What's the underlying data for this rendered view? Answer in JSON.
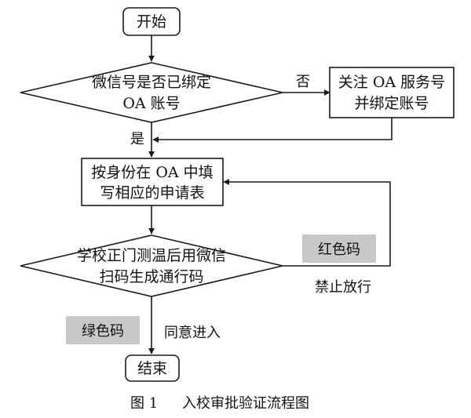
{
  "nodes": {
    "start": "开始",
    "decision_oa": [
      "微信号是否已绑定",
      "OA 账号"
    ],
    "bind_account": [
      "关注 OA 服务号",
      "并绑定账号"
    ],
    "fill_form": [
      "按身份在 OA 中填",
      "写相应的申请表"
    ],
    "decision_gate": [
      "学校正门测温后用微信",
      "扫码生成通行码"
    ],
    "end": "结束"
  },
  "edge_labels": {
    "no": "否",
    "yes": "是",
    "deny": "禁止放行",
    "allow": "同意进入"
  },
  "tags": {
    "red_code": "红色码",
    "green_code": "绿色码"
  },
  "caption": {
    "figure_no": "图 1",
    "title": "入校审批验证流程图"
  }
}
